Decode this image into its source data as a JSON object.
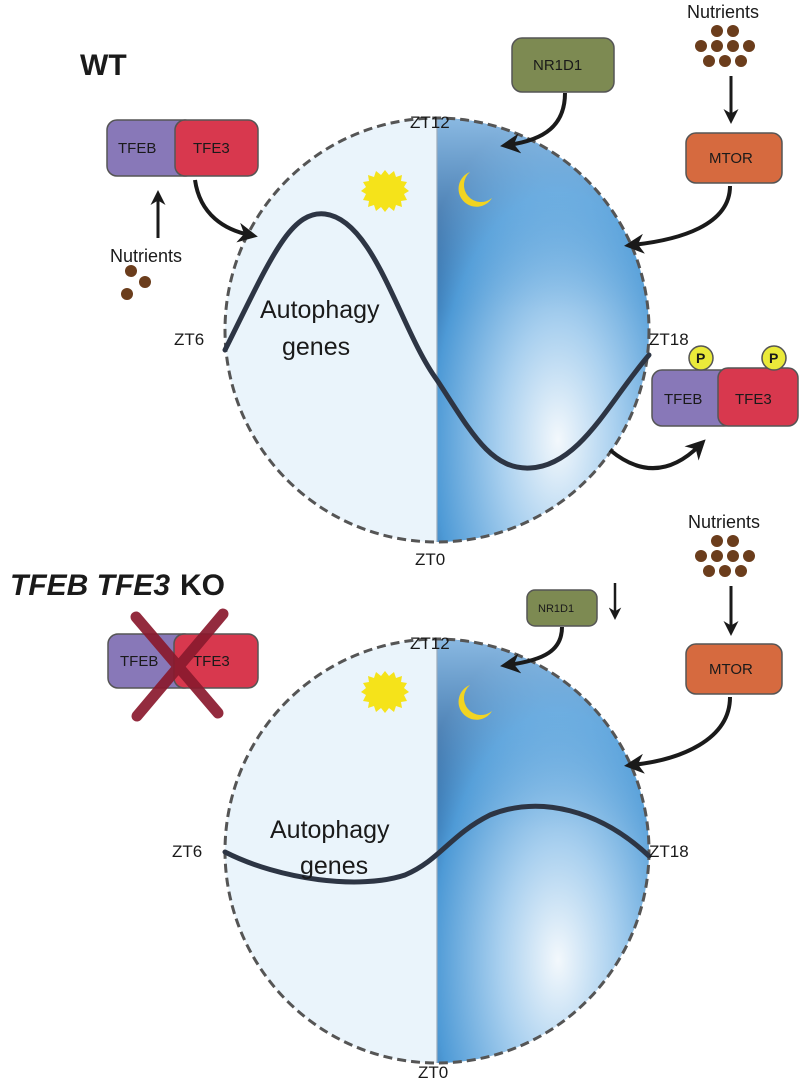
{
  "panels": {
    "wt": {
      "title": "WT",
      "zt_labels": {
        "top": "ZT12",
        "bottom": "ZT0",
        "left": "ZT6",
        "right": "ZT18"
      },
      "curve_label_line1": "Autophagy",
      "curve_label_line2": "genes",
      "nutrients_label_left": "Nutrients",
      "nutrients_label_right": "Nutrients",
      "nr1d1": "NR1D1",
      "mtor": "MTOR",
      "tfeb": "TFEB",
      "tfe3": "TFE3",
      "phospho": "P"
    },
    "ko": {
      "title_italic": "TFEB TFE3",
      "title_suffix": "KO",
      "zt_labels": {
        "top": "ZT12",
        "bottom": "ZT0",
        "left": "ZT6",
        "right": "ZT18"
      },
      "curve_label_line1": "Autophagy",
      "curve_label_line2": "genes",
      "nutrients_label": "Nutrients",
      "nr1d1": "NR1D1",
      "mtor": "MTOR",
      "tfeb": "TFEB",
      "tfe3": "TFE3"
    }
  },
  "colors": {
    "tfeb": "#8878b8",
    "tfe3": "#d8384e",
    "nr1d1": "#7d8a52",
    "mtor": "#d66a3f",
    "phospho": "#eaea3a",
    "nutrient": "#6b3d1c",
    "day": "#eaf4fb",
    "night": "#5aa6dc",
    "sun": "#f5e31a",
    "moon": "#f2d421",
    "curve": "#2d3544",
    "ko_cross": "#8a1a2e"
  }
}
